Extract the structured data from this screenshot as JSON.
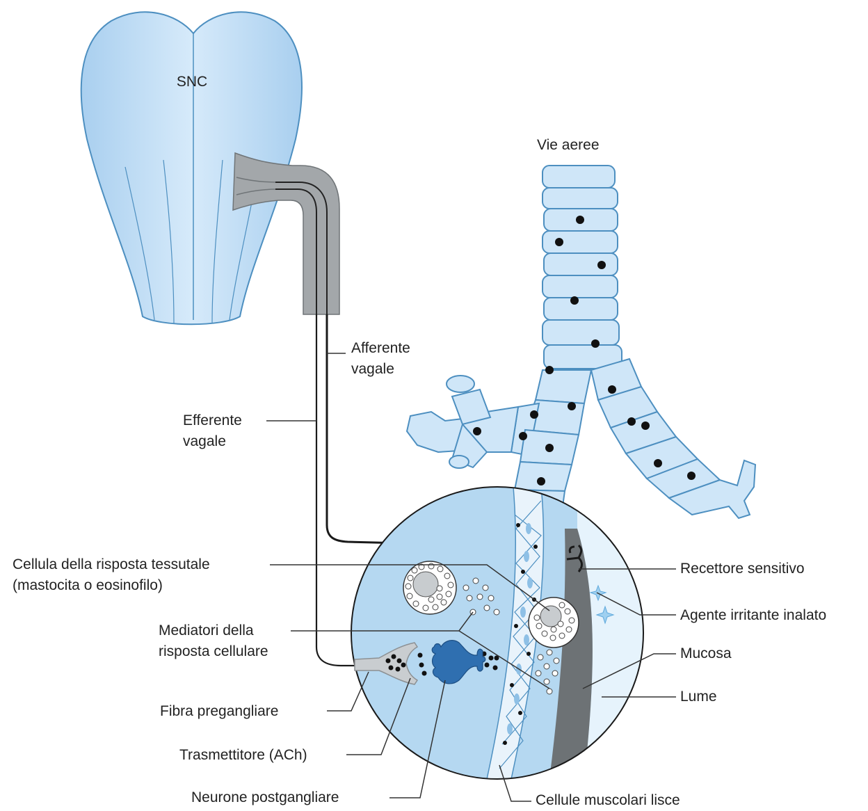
{
  "labels": {
    "cns": "SNC",
    "airways": "Vie aeree",
    "vagal_afferent_1": "Afferente",
    "vagal_afferent_2": "vagale",
    "vagal_efferent_1": "Efferente",
    "vagal_efferent_2": "vagale",
    "tissue_cell_1": "Cellula della risposta tessutale",
    "tissue_cell_2": "(mastocita o eosinofilo)",
    "mediators_1": "Mediatori della",
    "mediators_2": "risposta cellulare",
    "preganglionic_fiber": "Fibra pregangliare",
    "transmitter": "Trasmettitore (ACh)",
    "postganglionic_neuron": "Neurone postgangliare",
    "sensory_receptor": "Recettore sensitivo",
    "irritant": "Agente irritante inalato",
    "mucosa": "Mucosa",
    "lumen": "Lume",
    "smooth_muscle": "Cellule muscolari lisce"
  },
  "colors": {
    "tissue_blue": "#cfe6f8",
    "zoom_blue": "#b5d8f1",
    "outline": "#4d8fc0",
    "nerve_gray": "#9ca0a3",
    "neuron_blue": "#2f6fb0",
    "mucosa_gray": "#6d7275",
    "ink": "#1a1a1a"
  }
}
